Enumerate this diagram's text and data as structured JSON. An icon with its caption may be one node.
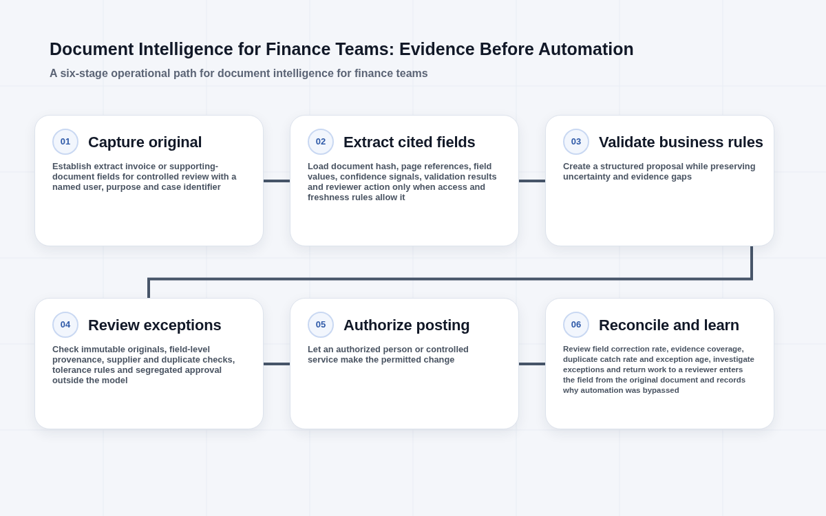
{
  "diagram": {
    "title": "Document Intelligence for Finance Teams: Evidence Before Automation",
    "caption": "A six-stage operational path for document intelligence for finance teams",
    "nodes": [
      {
        "text": [
          "01",
          "Capture original",
          "Establish extract invoice or supporting-document fields for controlled review with a named user, purpose and case identifier"
        ]
      },
      {
        "text": [
          "02",
          "Extract cited fields",
          "Load document hash, page references, field values, confidence signals, validation results and reviewer action only when access and freshness rules allow it"
        ]
      },
      {
        "text": [
          "03",
          "Validate business rules",
          "Create a structured proposal while preserving uncertainty and evidence gaps"
        ]
      },
      {
        "text": [
          "04",
          "Review exceptions",
          "Check immutable originals, field-level provenance, supplier and duplicate checks, tolerance rules and segregated approval outside the model"
        ]
      },
      {
        "text": [
          "05",
          "Authorize posting",
          "Let an authorized person or controlled service make the permitted change"
        ]
      },
      {
        "text": [
          "06",
          "Reconcile and learn",
          "Review field correction rate, evidence coverage, duplicate catch rate and exception age, investigate exceptions and return work to a reviewer enters the field from the original document and records why automation was bypassed"
        ]
      }
    ],
    "edges": [
      {
        "from": 0,
        "to": 1,
        "arrow": "none"
      },
      {
        "from": 1,
        "to": 2,
        "arrow": "none"
      },
      {
        "from": 2,
        "to": 3,
        "arrow": "none"
      },
      {
        "from": 3,
        "to": 4,
        "arrow": "none"
      },
      {
        "from": 4,
        "to": 5,
        "arrow": "none"
      }
    ]
  }
}
